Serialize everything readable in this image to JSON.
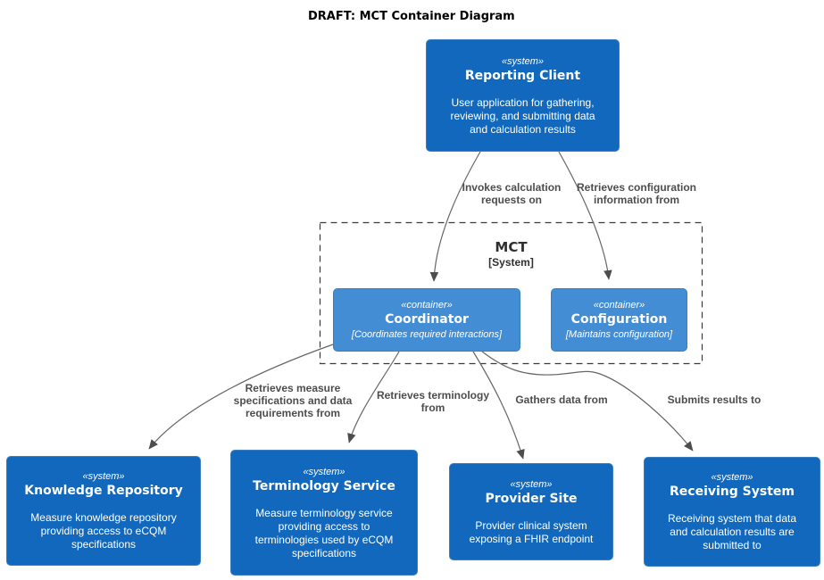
{
  "title": "DRAFT: MCT Container Diagram",
  "colors": {
    "system-fill": "#1168bd",
    "container-fill": "#438dd5",
    "node-border": "#3c7fc0",
    "relationship": "#666666",
    "arrowhead": "#4d4d4d",
    "label": "#4d4d4d",
    "boundary": "#3b3b3b"
  },
  "boundary": {
    "name": "MCT",
    "type": "[System]"
  },
  "nodes": {
    "reporting_client": {
      "stereotype": "«system»",
      "name": "Reporting Client",
      "description": "User application for gathering,\nreviewing, and submitting data\nand calculation results"
    },
    "coordinator": {
      "stereotype": "«container»",
      "name": "Coordinator",
      "description": "[Coordinates required interactions]"
    },
    "configuration": {
      "stereotype": "«container»",
      "name": "Configuration",
      "description": "[Maintains configuration]"
    },
    "knowledge_repository": {
      "stereotype": "«system»",
      "name": "Knowledge Repository",
      "description": "Measure knowledge repository\nproviding access to eCQM\nspecifications"
    },
    "terminology_service": {
      "stereotype": "«system»",
      "name": "Terminology Service",
      "description": "Measure terminology service\nproviding access to\nterminologies used by eCQM\nspecifications"
    },
    "provider_site": {
      "stereotype": "«system»",
      "name": "Provider Site",
      "description": "Provider clinical system\nexposing a FHIR endpoint"
    },
    "receiving_system": {
      "stereotype": "«system»",
      "name": "Receiving System",
      "description": "Receiving system that data\nand calculation results are\nsubmitted to"
    }
  },
  "edges": {
    "invokes_calculation": "Invokes calculation\nrequests on",
    "retrieves_configuration": "Retrieves configuration\ninformation from",
    "retrieves_measure": "Retrieves measure\nspecifications and data\nrequirements from",
    "retrieves_terminology": "Retrieves terminology\nfrom",
    "gathers_data": "Gathers data from",
    "submits_results": "Submits results to"
  }
}
